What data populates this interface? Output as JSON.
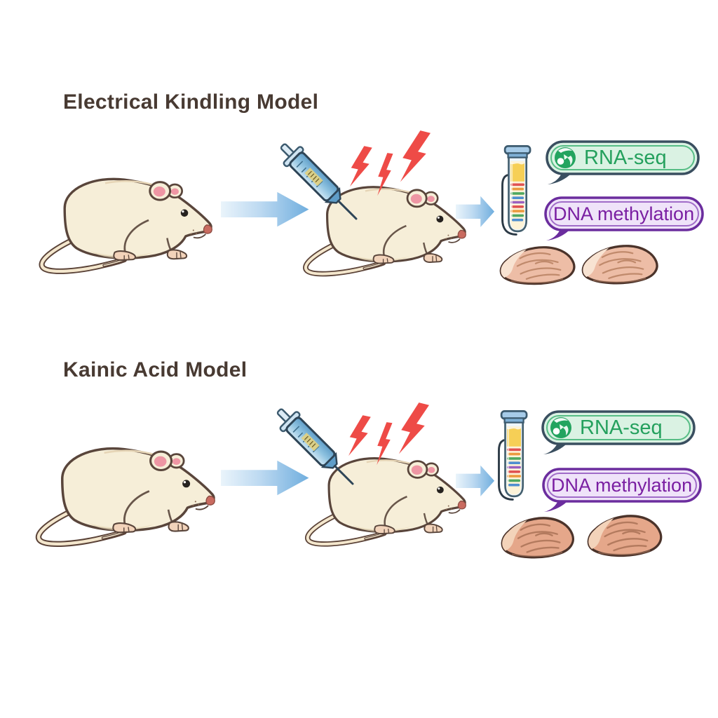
{
  "sections": [
    {
      "title": "Electrical Kindling Model",
      "bubbles": {
        "rna_seq": "RNA-seq",
        "dna_methylation": "DNA methylation"
      }
    },
    {
      "title": "Kainic Acid Model",
      "bubbles": {
        "rna_seq": "RNA-seq",
        "dna_methylation": "DNA methylation"
      }
    }
  ],
  "icons": {
    "rat_icon": "laboratory-rat",
    "syringe_icon": "injection-syringe",
    "lightning_icon": "seizure-lightning-bolt",
    "arrow_icon": "flow-arrow-right",
    "test_tube_icon": "sample-test-tube",
    "brain_icon": "rat-brain-hemisphere",
    "rna_icon": "green-rna-sphere"
  },
  "colors": {
    "background": "#ffffff",
    "title_text": "#483a32",
    "arrow_blue": "#70aede",
    "lightning_red": "#ee4b47",
    "rna_bubble_fill": "#daf2e3",
    "rna_bubble_border": "#3a4f60",
    "rna_text": "#24a05d",
    "dna_bubble_fill": "#efe3f9",
    "dna_bubble_border": "#6b2d9e",
    "dna_text": "#7a1fa2",
    "rat_body": "#f6eed8",
    "brain_fill_row1": "#edbda6",
    "brain_fill_row2": "#e5a78a",
    "tube_liquid": "#f6cf56"
  }
}
